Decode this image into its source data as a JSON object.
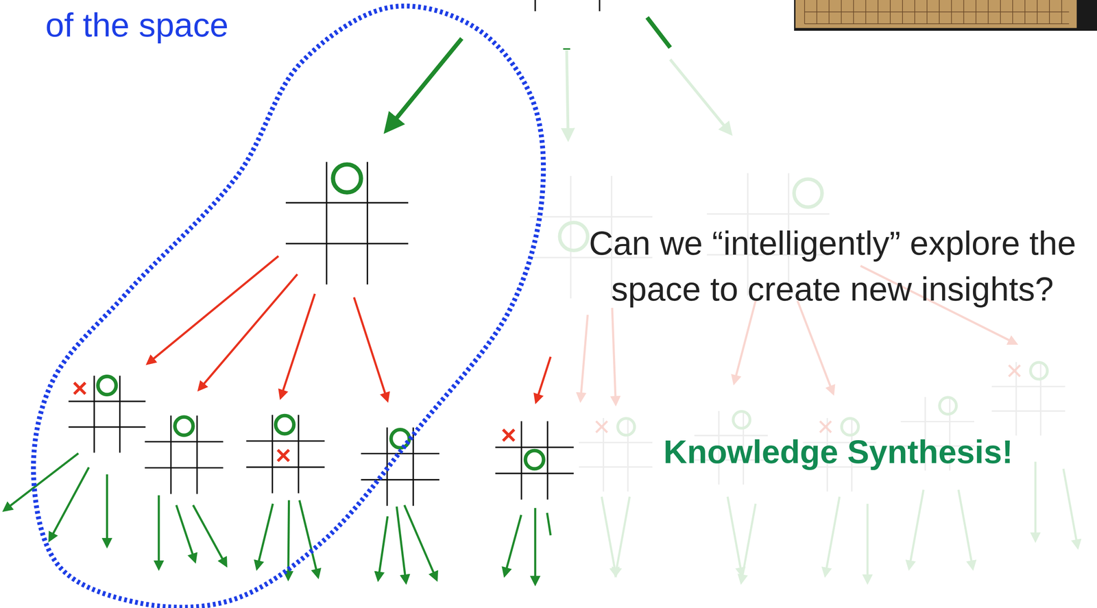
{
  "diagram": {
    "labels": [
      "of the space",
      "Can we “intelligently” explore the space to create new insights?",
      "Knowledge Synthesis!"
    ]
  }
}
